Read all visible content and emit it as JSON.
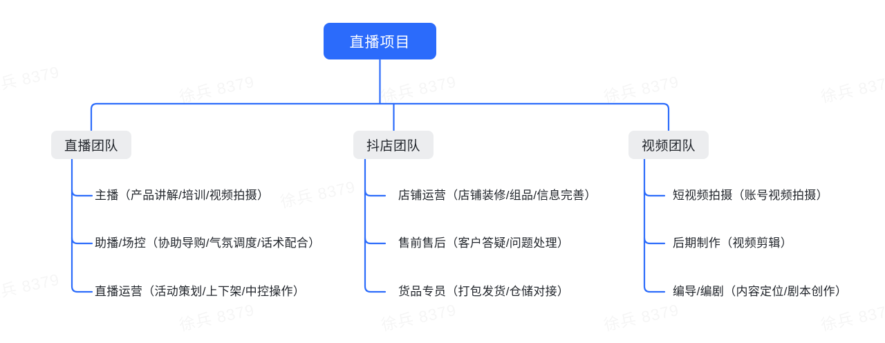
{
  "diagram": {
    "type": "org-chart",
    "title": "直播项目",
    "root": {
      "label": "直播项目",
      "color": "#2B6BFB",
      "text_color": "#FFFFFF"
    },
    "branch_color": "#2B6BFB",
    "team_box_color": "#ECEDEF",
    "team_text_color": "#1F2329",
    "teams": [
      {
        "label": "直播团队",
        "items": [
          "主播（产品讲解/培训/视频拍摄）",
          "助播/场控（协助导购/气氛调度/话术配合）",
          "直播运营（活动策划/上下架/中控操作）"
        ]
      },
      {
        "label": "抖店团队",
        "items": [
          "店铺运营（店铺装修/组品/信息完善）",
          "售前售后（客户答疑/问题处理）",
          "货品专员（打包发货/仓储对接）"
        ]
      },
      {
        "label": "视频团队",
        "items": [
          "短视频拍摄（账号视频拍摄）",
          "后期制作（视频剪辑）",
          "编导/编剧（内容定位/剧本创作）"
        ]
      }
    ]
  },
  "watermark": {
    "text": "徐兵 8379"
  }
}
